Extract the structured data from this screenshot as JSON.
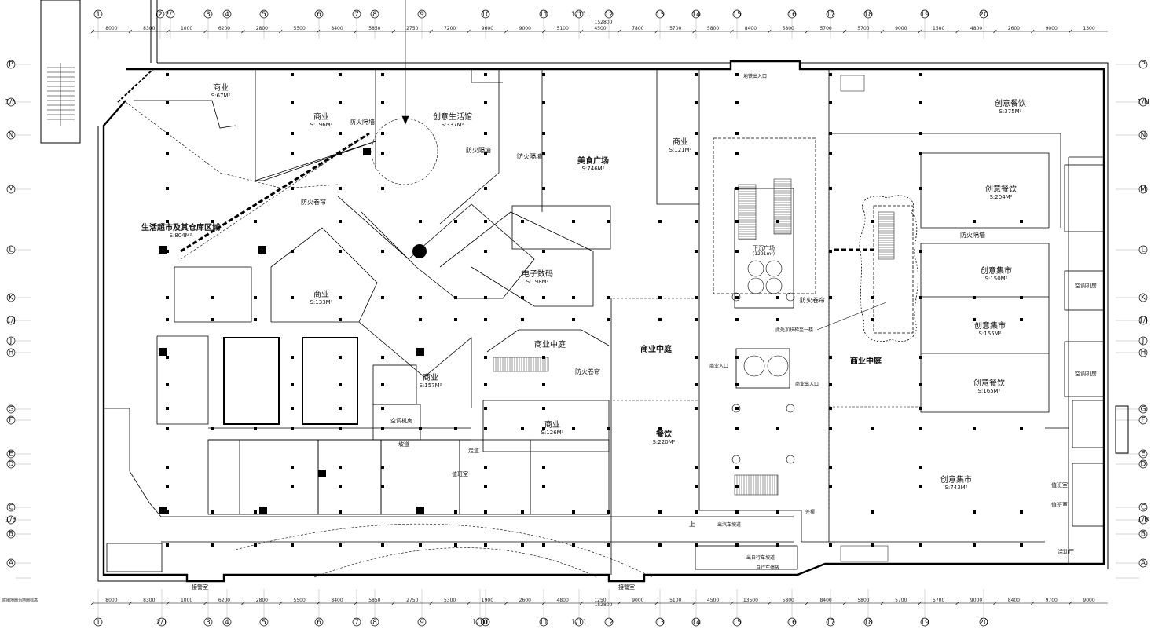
{
  "grid": {
    "columns": [
      "1",
      "2",
      "2/1",
      "3",
      "4",
      "5",
      "6",
      "7",
      "8",
      "9",
      "10",
      "11",
      "1/11",
      "12",
      "13",
      "14",
      "15",
      "16",
      "17",
      "18",
      "19",
      "20"
    ],
    "columns_bottom": [
      "1",
      "2/1",
      "3",
      "4",
      "5",
      "6",
      "7",
      "8",
      "9",
      "1/10",
      "10",
      "11",
      "1/11",
      "12",
      "13",
      "14",
      "15",
      "16",
      "17",
      "18",
      "19",
      "20"
    ],
    "rows": [
      "P",
      "1/N",
      "N",
      "M",
      "L",
      "K",
      "1/J",
      "J",
      "H",
      "G",
      "F",
      "E",
      "D",
      "C",
      "1/B",
      "B",
      "A"
    ],
    "top_dims": [
      "8000",
      "8300",
      "1000",
      "6200",
      "2800",
      "5500",
      "8400",
      "5850",
      "2750",
      "7200",
      "9600",
      "9000",
      "5100",
      "4500",
      "7800",
      "5700",
      "5800",
      "8400",
      "5800",
      "5700",
      "5700",
      "9000",
      "1500",
      "4800",
      "2600",
      "9000",
      "1300"
    ],
    "top_total": "152800",
    "bottom_dims": [
      "8000",
      "8300",
      "1000",
      "6200",
      "2800",
      "5500",
      "8400",
      "5850",
      "2750",
      "5300",
      "1900",
      "2600",
      "4800",
      "1250",
      "9000",
      "5100",
      "4500",
      "13500",
      "5800",
      "8400",
      "5800",
      "5700",
      "5700",
      "9000",
      "8400",
      "9700",
      "9000"
    ],
    "bottom_total": "152800"
  },
  "rooms": [
    {
      "name": "商业",
      "area": "S:67M²"
    },
    {
      "name": "商业",
      "area": "S:196M²"
    },
    {
      "name": "创意生活馆",
      "area": "S:337M²"
    },
    {
      "name": "美食广场",
      "area": "S:746M²"
    },
    {
      "name": "商业",
      "area": "S:121M²"
    },
    {
      "name": "创意餐饮",
      "area": "S:375M²"
    },
    {
      "name": "创意餐饮",
      "area": "S:204M²"
    },
    {
      "name": "创意集市",
      "area": "S:150M²"
    },
    {
      "name": "创意集市",
      "area": "S:155M²"
    },
    {
      "name": "创意餐饮",
      "area": "S:165M²"
    },
    {
      "name": "创意集市",
      "area": "S:743M²"
    },
    {
      "name": "生活超市及其仓库区域",
      "area": "S:804M²"
    },
    {
      "name": "商业",
      "area": "S:133M²"
    },
    {
      "name": "电子数码",
      "area": "S:198M²"
    },
    {
      "name": "商业",
      "area": "S:157M²"
    },
    {
      "name": "商业",
      "area": "S:126M²"
    },
    {
      "name": "餐饮",
      "area": "S:220M²"
    },
    {
      "name": "下沉广场",
      "area": "(1291m²)"
    }
  ],
  "labels": {
    "fire_wall_1": "防火隔墙",
    "fire_wall_2": "防火隔墙",
    "fire_wall_3": "防火隔墙",
    "fire_wall_4": "防火隔墙",
    "fire_shutter_1": "防火卷帘",
    "fire_shutter_2": "防火卷帘",
    "fire_shutter_3": "防火卷帘",
    "atrium_1": "商业中庭",
    "atrium_2": "商业中庭",
    "atrium_3": "商业中庭",
    "metro_entry": "地铁出入口",
    "commercial_entry": "商业入口",
    "commercial_exit": "商业出入口",
    "ramp": "坡道",
    "corridor": "走道",
    "aircon_1": "空调机房",
    "aircon_2": "空调机房",
    "aircon_3": "空调机房",
    "note": "此处加扶梯至一楼",
    "car_ramp": "出汽车坡道",
    "bike_ramp": "出自行车坡道",
    "bike_park": "自行车停放",
    "sos": "接警室",
    "sos2": "接警室",
    "outdoor": "外摆",
    "duty_1": "值班室",
    "duty_2": "值班室",
    "duty_3": "值班室",
    "event_hall": "活动厅",
    "up": "上",
    "bottom_note": "底图地面为地面标高"
  }
}
